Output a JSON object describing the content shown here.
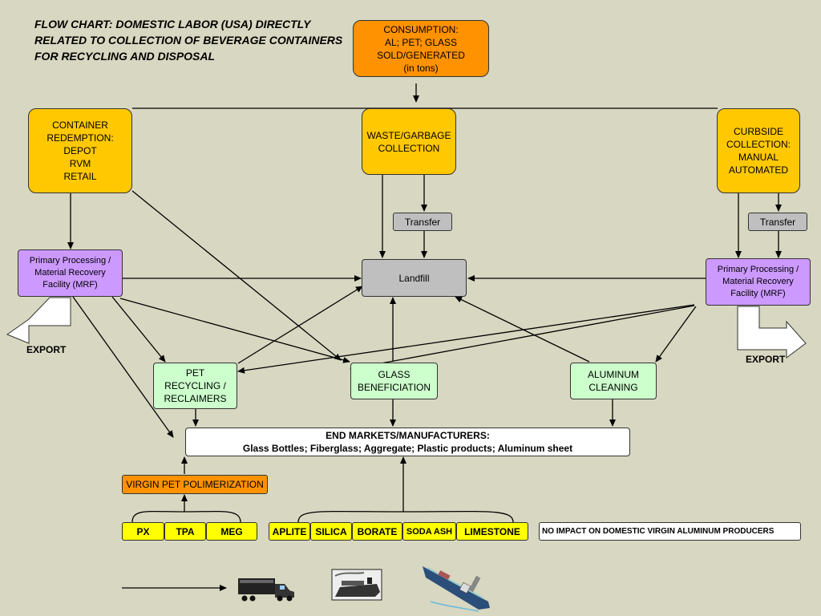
{
  "title": "FLOW CHART: DOMESTIC LABOR (USA) DIRECTLY RELATED TO COLLECTION OF BEVERAGE CONTAINERS FOR RECYCLING AND DISPOSAL",
  "consumption": "CONSUMPTION:\nAL; PET; GLASS\nSOLD/GENERATED\n(in tons)",
  "container_redemption": "CONTAINER\nREDEMPTION:\nDEPOT\nRVM\nRETAIL",
  "waste_collection": "WASTE/GARBAGE\nCOLLECTION",
  "curbside": "CURBSIDE\nCOLLECTION:\nMANUAL\nAUTOMATED",
  "transfer": "Transfer",
  "mrf": "Primary Processing /\nMaterial Recovery\nFacility (MRF)",
  "landfill": "Landfill",
  "export": "EXPORT",
  "pet_recycling": "PET\nRECYCLING /\nRECLAIMERS",
  "glass_beneficiation": "GLASS\nBENEFICIATION",
  "aluminum_cleaning": "ALUMINUM\nCLEANING",
  "end_markets": "END MARKETS/MANUFACTURERS:\nGlass Bottles; Fiberglass; Aggregate; Plastic products; Aluminum sheet",
  "virgin_pet": "VIRGIN PET POLIMERIZATION",
  "pet_inputs": [
    "PX",
    "TPA",
    "MEG"
  ],
  "glass_inputs": [
    "APLITE",
    "SILICA",
    "BORATE",
    "SODA ASH",
    "LIMESTONE"
  ],
  "no_impact": "NO IMPACT ON DOMESTIC VIRGIN ALUMINUM PRODUCERS",
  "transport_icons": [
    "truck-icon",
    "train-icon",
    "ship-icon"
  ]
}
